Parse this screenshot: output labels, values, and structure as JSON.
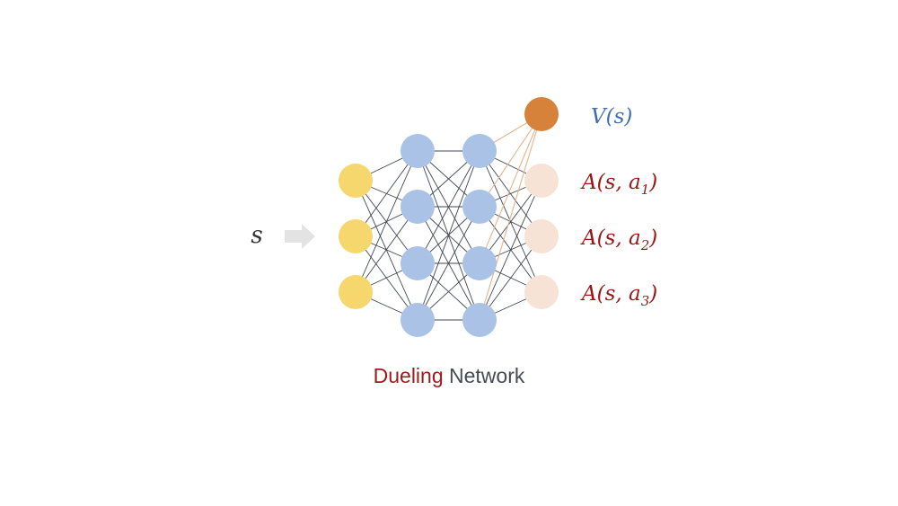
{
  "diagram": {
    "input_symbol": "s",
    "title_part1": "Dueling",
    "title_part2": "Network",
    "value_label": {
      "main": "V(s)"
    },
    "advantage_labels": [
      {
        "main": "A(s, a",
        "sub": "1",
        "close": ")"
      },
      {
        "main": "A(s, a",
        "sub": "2",
        "close": ")"
      },
      {
        "main": "A(s, a",
        "sub": "3",
        "close": ")"
      }
    ],
    "layers": [
      {
        "name": "input",
        "count": 3
      },
      {
        "name": "hidden-1",
        "count": 4
      },
      {
        "name": "hidden-2",
        "count": 4
      },
      {
        "name": "value",
        "count": 1
      },
      {
        "name": "advantage",
        "count": 3
      }
    ]
  },
  "colors": {
    "input_node": "#f5d76e",
    "hidden_node": "#a9c2e6",
    "value_node": "#d7823a",
    "advantage_node": "#f6e3d6",
    "edge": "#3f4650",
    "value_edge": "#e4b48c",
    "arrow": "#e3e3e3",
    "title_dueling": "#a01c1c",
    "title_network": "#454c55",
    "value_text": "#3f6db5",
    "advantage_text": "#9a1515",
    "input_text": "#333333"
  }
}
